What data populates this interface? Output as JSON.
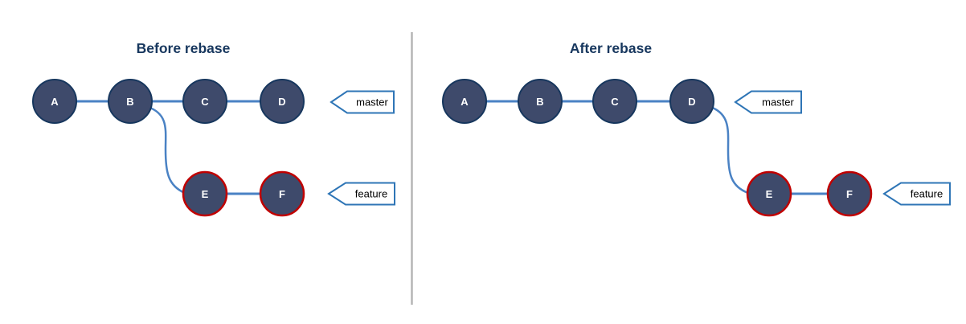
{
  "colors": {
    "node_fill": "#3e4a6b",
    "node_stroke_master": "#17375e",
    "node_stroke_feature": "#c00000",
    "edge": "#4a82c4",
    "tag_border": "#2e75b6",
    "tag_fill": "#ffffff",
    "title_text": "#17375e",
    "node_text": "#ffffff",
    "tag_text": "#000000",
    "divider": "#b5b5b5",
    "background": "#ffffff"
  },
  "before": {
    "title": "Before rebase",
    "nodes": [
      {
        "label": "A"
      },
      {
        "label": "B"
      },
      {
        "label": "C"
      },
      {
        "label": "D"
      },
      {
        "label": "E"
      },
      {
        "label": "F"
      }
    ],
    "branches": [
      {
        "label": "master"
      },
      {
        "label": "feature"
      }
    ]
  },
  "after": {
    "title": "After rebase",
    "nodes": [
      {
        "label": "A"
      },
      {
        "label": "B"
      },
      {
        "label": "C"
      },
      {
        "label": "D"
      },
      {
        "label": "E"
      },
      {
        "label": "F"
      }
    ],
    "branches": [
      {
        "label": "master"
      },
      {
        "label": "feature"
      }
    ]
  }
}
